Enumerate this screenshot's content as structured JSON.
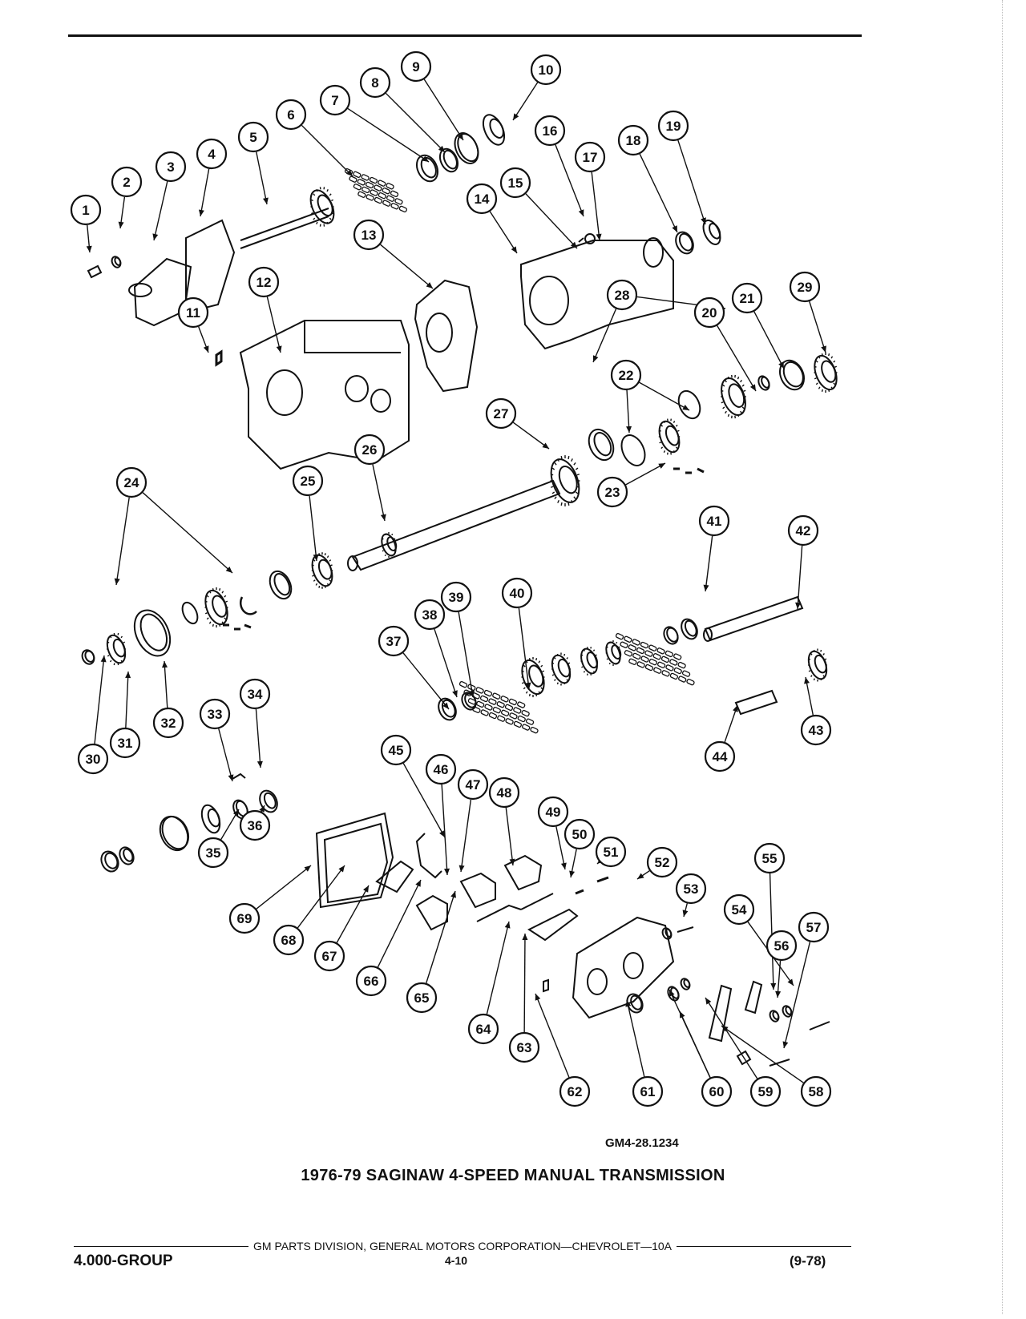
{
  "figure": {
    "id": "GM4-28.1234",
    "title": "1976-79 SAGINAW 4-SPEED MANUAL TRANSMISSION"
  },
  "footer": {
    "publisher": "GM PARTS DIVISION, GENERAL MOTORS CORPORATION—CHEVROLET—10A",
    "group": "4.000-GROUP",
    "page": "4-10",
    "date": "(9-78)"
  },
  "callouts": [
    "1",
    "2",
    "3",
    "4",
    "5",
    "6",
    "7",
    "8",
    "9",
    "10",
    "11",
    "12",
    "13",
    "14",
    "15",
    "16",
    "17",
    "18",
    "19",
    "20",
    "21",
    "22",
    "23",
    "24",
    "25",
    "26",
    "27",
    "28",
    "29",
    "30",
    "31",
    "32",
    "33",
    "34",
    "35",
    "36",
    "37",
    "38",
    "39",
    "40",
    "41",
    "42",
    "43",
    "44",
    "45",
    "46",
    "47",
    "48",
    "49",
    "50",
    "51",
    "52",
    "53",
    "54",
    "55",
    "56",
    "57",
    "58",
    "59",
    "60",
    "61",
    "62",
    "63",
    "64",
    "65",
    "66",
    "67",
    "68",
    "69"
  ]
}
